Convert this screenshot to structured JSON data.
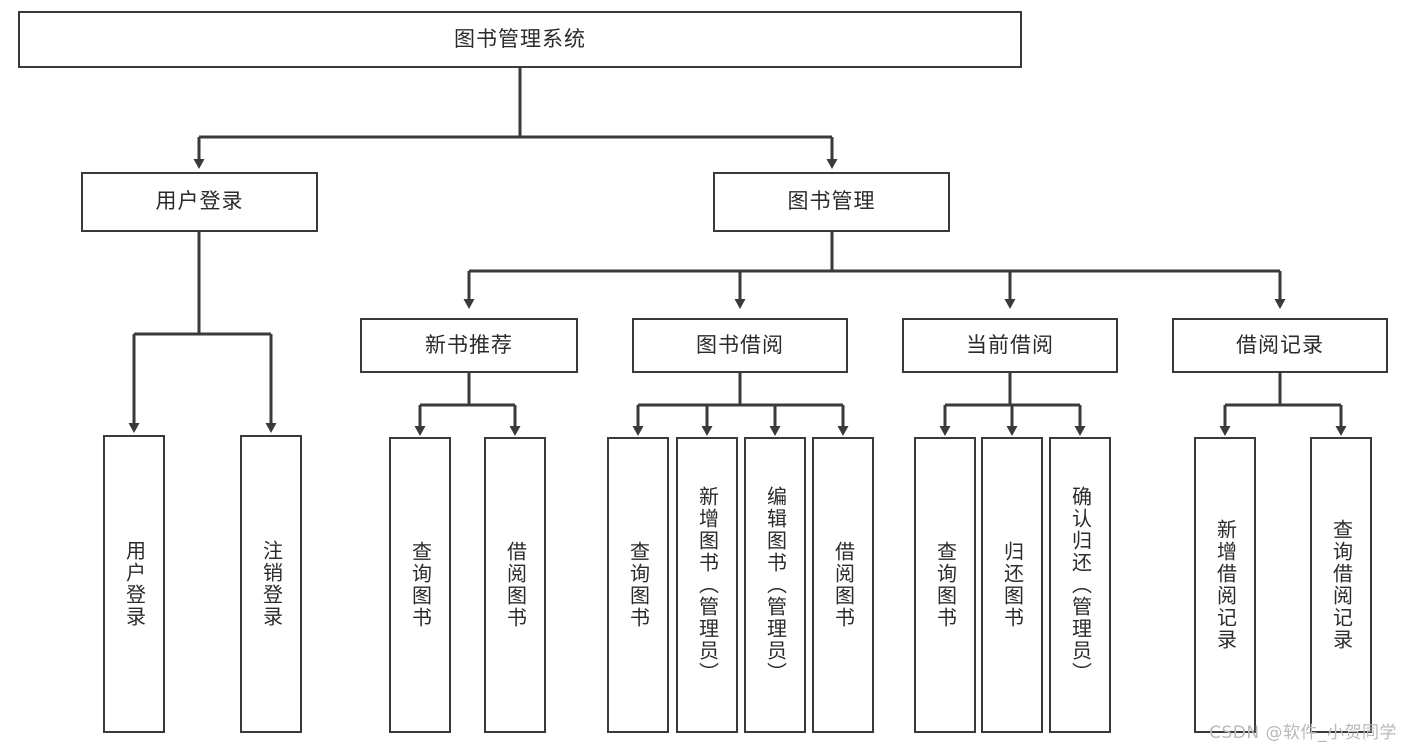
{
  "diagram": {
    "title": "图书管理系统",
    "watermark": "CSDN @软件_小贺同学",
    "colors": {
      "box_border": "#3a3a3a",
      "box_fill": "#ffffff",
      "edge": "#3a3a3a",
      "text": "#2b2b2b",
      "watermark": "#b9b9b9",
      "background": "#ffffff"
    },
    "root": {
      "label": "图书管理系统"
    },
    "level1": [
      {
        "label": "用户登录"
      },
      {
        "label": "图书管理"
      }
    ],
    "level2": [
      {
        "label": "新书推荐"
      },
      {
        "label": "图书借阅"
      },
      {
        "label": "当前借阅"
      },
      {
        "label": "借阅记录"
      }
    ],
    "leaves": {
      "user_login": [
        {
          "label": "用户登录"
        },
        {
          "label": "注销登录"
        }
      ],
      "new_book_recommend": [
        {
          "label": "查询图书"
        },
        {
          "label": "借阅图书"
        }
      ],
      "book_borrow": [
        {
          "label": "查询图书"
        },
        {
          "label": "新增图书（管理员）"
        },
        {
          "label": "编辑图书（管理员）"
        },
        {
          "label": "借阅图书"
        }
      ],
      "current_borrow": [
        {
          "label": "查询图书"
        },
        {
          "label": "归还图书"
        },
        {
          "label": "确认归还（管理员）"
        }
      ],
      "borrow_record": [
        {
          "label": "新增借阅记录"
        },
        {
          "label": "查询借阅记录"
        }
      ]
    }
  }
}
